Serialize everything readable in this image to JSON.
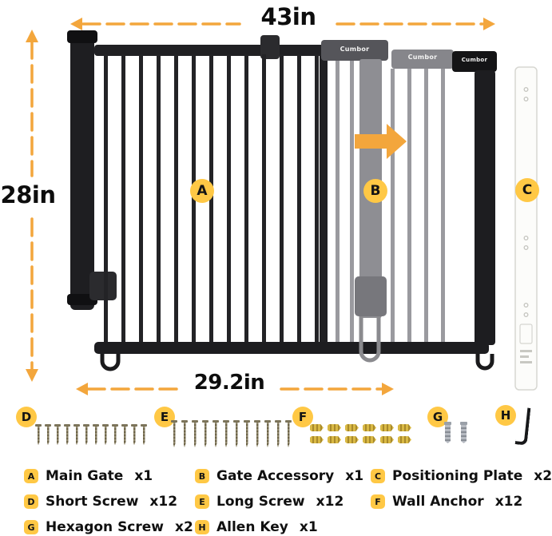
{
  "colors": {
    "badge": "#FFC845",
    "arrow": "#F3A63C",
    "anchor": "#D9B945"
  },
  "brand": "Cumbor",
  "dimensions": {
    "top_width": "43in",
    "left_height": "28in",
    "bottom_width": "29.2in"
  },
  "diagram_labels": {
    "main_gate": "A",
    "gate_accessory": "B",
    "positioning_plate": "C"
  },
  "tray_labels": {
    "short_screw": "D",
    "long_screw": "E",
    "wall_anchor": "F",
    "hexagon_screw": "G",
    "allen_key": "H"
  },
  "parts": {
    "short_screw_count": 12,
    "long_screw_count": 12,
    "wall_anchor_count": 12,
    "hexagon_screw_count": 2,
    "allen_key_count": 1
  },
  "legend": {
    "items": [
      {
        "letter": "A",
        "name": "Main Gate",
        "qty": "x1"
      },
      {
        "letter": "B",
        "name": "Gate Accessory",
        "qty": "x1"
      },
      {
        "letter": "C",
        "name": "Positioning Plate",
        "qty": "x2"
      },
      {
        "letter": "D",
        "name": "Short Screw",
        "qty": "x12"
      },
      {
        "letter": "E",
        "name": "Long Screw",
        "qty": "x12"
      },
      {
        "letter": "F",
        "name": "Wall Anchor",
        "qty": "x12"
      },
      {
        "letter": "G",
        "name": "Hexagon Screw",
        "qty": "x2"
      },
      {
        "letter": "H",
        "name": "Allen Key",
        "qty": "x1"
      }
    ]
  }
}
